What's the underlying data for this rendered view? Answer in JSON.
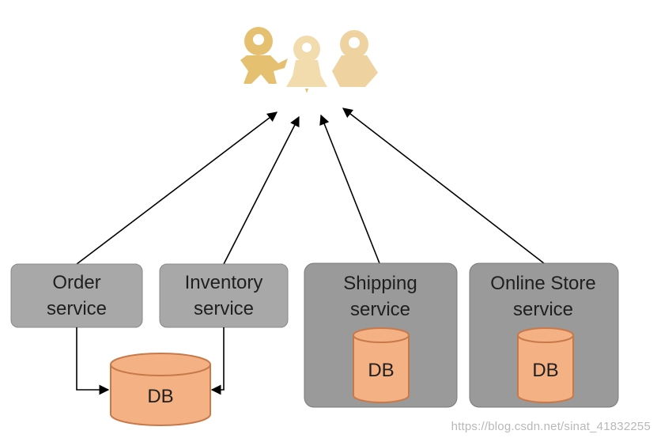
{
  "services": {
    "order": {
      "line1": "Order",
      "line2": "service"
    },
    "inventory": {
      "line1": "Inventory",
      "line2": "service"
    },
    "shipping": {
      "line1": "Shipping",
      "line2": "service"
    },
    "online_store": {
      "line1": "Online Store",
      "line2": "service"
    }
  },
  "databases": {
    "shared": {
      "label": "DB"
    },
    "shipping": {
      "label": "DB"
    },
    "online_store": {
      "label": "DB"
    }
  },
  "users_icon": "users-icon",
  "watermark": "https://blog.csdn.net/sinat_41832255",
  "colors": {
    "service_box": "#a8a8a8",
    "container": "#9a9a9a",
    "db_fill": "#f4b183",
    "db_stroke": "#c8794a",
    "user_dark": "#e8c47a",
    "user_light": "#f3ddb0",
    "arrow": "#000000"
  }
}
